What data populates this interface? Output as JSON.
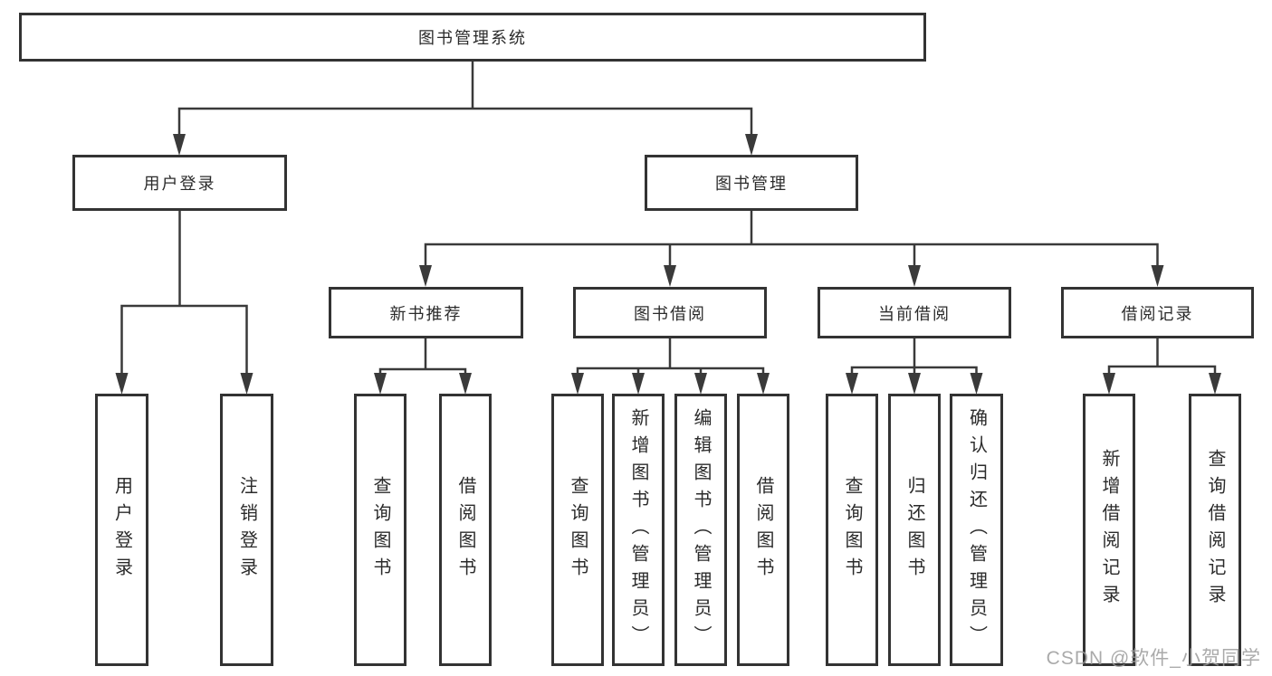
{
  "diagram": {
    "root": {
      "label": "图书管理系统"
    },
    "level2": [
      {
        "id": "user-login",
        "label": "用户登录"
      },
      {
        "id": "book-management",
        "label": "图书管理"
      }
    ],
    "level3": [
      {
        "id": "new-book-recommend",
        "label": "新书推荐",
        "parent": "图书管理"
      },
      {
        "id": "book-borrow",
        "label": "图书借阅",
        "parent": "图书管理"
      },
      {
        "id": "current-borrow",
        "label": "当前借阅",
        "parent": "图书管理"
      },
      {
        "id": "borrow-records",
        "label": "借阅记录",
        "parent": "图书管理"
      }
    ],
    "leaves": [
      {
        "id": "user-login-leaf",
        "label": "用户登录",
        "parent": "用户登录"
      },
      {
        "id": "logout",
        "label": "注销登录",
        "parent": "用户登录"
      },
      {
        "id": "query-books-recommend",
        "label": "查询图书",
        "parent": "新书推荐"
      },
      {
        "id": "borrow-books-recommend",
        "label": "借阅图书",
        "parent": "新书推荐"
      },
      {
        "id": "query-books-borrow",
        "label": "查询图书",
        "parent": "图书借阅"
      },
      {
        "id": "add-books-admin",
        "label": "新增图书（管理员）",
        "parent": "图书借阅"
      },
      {
        "id": "edit-books-admin",
        "label": "编辑图书（管理员）",
        "parent": "图书借阅"
      },
      {
        "id": "borrow-books-borrow",
        "label": "借阅图书",
        "parent": "图书借阅"
      },
      {
        "id": "query-books-current",
        "label": "查询图书",
        "parent": "当前借阅"
      },
      {
        "id": "return-books",
        "label": "归还图书",
        "parent": "当前借阅"
      },
      {
        "id": "confirm-return-admin",
        "label": "确认归还（管理员）",
        "parent": "当前借阅"
      },
      {
        "id": "add-borrow-record",
        "label": "新增借阅记录",
        "parent": "借阅记录"
      },
      {
        "id": "query-borrow-record",
        "label": "查询借阅记录",
        "parent": "借阅记录"
      }
    ]
  },
  "watermark": {
    "text": "CSDN @软件_小贺同学"
  },
  "colors": {
    "line": "#3a3a3a",
    "box_border": "#333333",
    "text": "#2b2b2b",
    "background": "#ffffff",
    "watermark": "#9c9c9c"
  }
}
